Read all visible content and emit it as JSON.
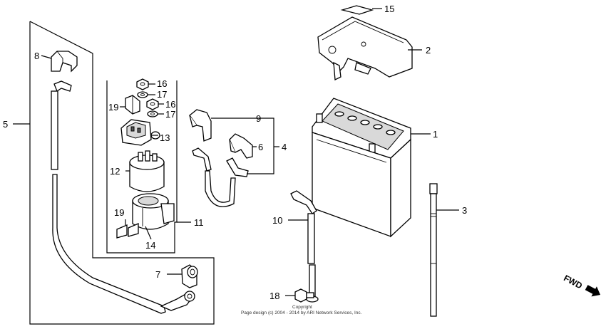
{
  "callouts": [
    {
      "id": "c1",
      "label": "1"
    },
    {
      "id": "c2",
      "label": "2"
    },
    {
      "id": "c3",
      "label": "3"
    },
    {
      "id": "c4",
      "label": "4"
    },
    {
      "id": "c5",
      "label": "5"
    },
    {
      "id": "c6",
      "label": "6"
    },
    {
      "id": "c7",
      "label": "7"
    },
    {
      "id": "c8",
      "label": "8"
    },
    {
      "id": "c9",
      "label": "9"
    },
    {
      "id": "c10",
      "label": "10"
    },
    {
      "id": "c11",
      "label": "11"
    },
    {
      "id": "c12",
      "label": "12"
    },
    {
      "id": "c13",
      "label": "13"
    },
    {
      "id": "c14",
      "label": "14"
    },
    {
      "id": "c15",
      "label": "15"
    },
    {
      "id": "c16a",
      "label": "16"
    },
    {
      "id": "c16b",
      "label": "16"
    },
    {
      "id": "c17a",
      "label": "17"
    },
    {
      "id": "c17b",
      "label": "17"
    },
    {
      "id": "c18",
      "label": "18"
    },
    {
      "id": "c19a",
      "label": "19"
    },
    {
      "id": "c19b",
      "label": "19"
    }
  ],
  "direction_label": "FWD",
  "copyright": {
    "line1": "Copyright",
    "line2": "Page design (c) 2004 - 2014 by ARI Network Services, Inc."
  }
}
